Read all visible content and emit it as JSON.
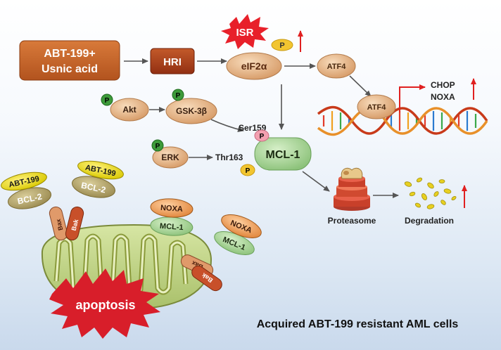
{
  "figure": {
    "caption": "Acquired ABT-199 resistant AML cells"
  },
  "nodes": {
    "drug": [
      "ABT-199+",
      "Usnic acid"
    ],
    "hri": "HRI",
    "isr": "ISR",
    "eif2a": "eIF2α",
    "atf4_top": "ATF4",
    "atf4_dna": "ATF4",
    "chop": "CHOP",
    "noxa_gene": "NOXA",
    "akt": "Akt",
    "gsk3b": "GSK-3β",
    "erk": "ERK",
    "ser159": "Ser159",
    "thr163": "Thr163",
    "mcl1": "MCL-1",
    "phospho": "P",
    "proteasome": "Proteasome",
    "degradation": "Degradation",
    "abt199": "ABT-199",
    "bcl2": "BCL-2",
    "bax": "Bax",
    "bak": "Bak",
    "noxa": "NOXA",
    "mcl1_small": "MCL-1",
    "apoptosis": "apoptosis"
  },
  "colors": {
    "drug_box": "#c8652a",
    "hri_box": "#a9441e",
    "arrow": "#555555",
    "up_arrow": "#e02020",
    "isr_burst": "#e8202a",
    "phospho_yellow": "#f2c530",
    "phospho_green": "#3d9a3a",
    "phospho_pink": "#f3a0b0",
    "node_tan": "#e7b98a",
    "mcl1_green": "#a9d69b",
    "noxa_orange": "#f0a05a",
    "abt_yellow": "#e8e020",
    "bcl2_olive": "#b0a060",
    "mito": "#c2d68a",
    "apoptosis_burst": "#d81e2a"
  }
}
